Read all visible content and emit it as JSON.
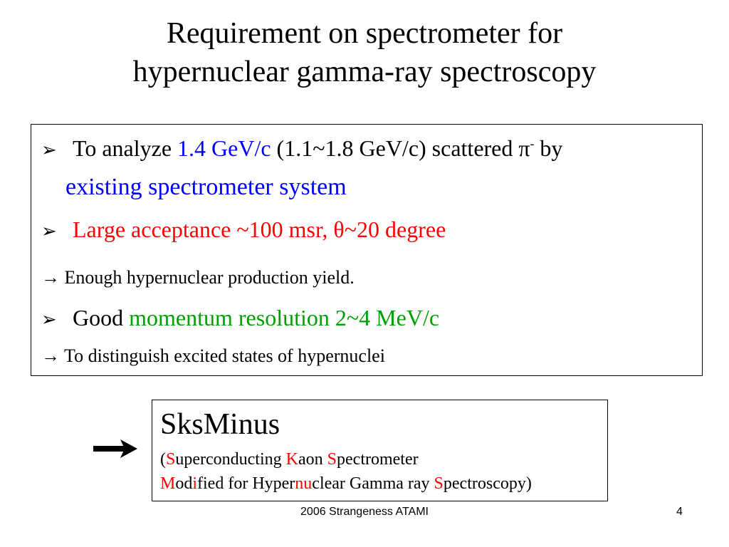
{
  "title": {
    "line1": "Requirement on spectrometer for",
    "line2": "hypernuclear gamma-ray spectroscopy"
  },
  "bullet_icon": "arrowhead-bullet",
  "bullets": {
    "b1": {
      "t1": "To analyze ",
      "t2": "1.4 GeV/c",
      "t3": " (1.1~1.8 GeV/c) scattered ",
      "pi": "π",
      "pi_sup": "-",
      "t4": " by",
      "line2": "existing spectrometer system"
    },
    "b2": {
      "text": "Large acceptance ~100 msr, θ~20 degree"
    },
    "a1": {
      "arrow": "→",
      "text": " Enough hypernuclear production yield."
    },
    "b3": {
      "t1": "Good ",
      "t2": "momentum resolution 2~4 MeV/c"
    },
    "a2": {
      "arrow": "→",
      "text": " To distinguish excited states of hypernuclei"
    }
  },
  "sks": {
    "title": "SksMinus",
    "line1": [
      {
        "t": "(",
        "c": "black"
      },
      {
        "t": "S",
        "c": "red"
      },
      {
        "t": "uperconducting ",
        "c": "black"
      },
      {
        "t": "K",
        "c": "red"
      },
      {
        "t": "aon ",
        "c": "black"
      },
      {
        "t": "S",
        "c": "red"
      },
      {
        "t": "pectrometer",
        "c": "black"
      }
    ],
    "line2": [
      {
        "t": "M",
        "c": "red"
      },
      {
        "t": "od",
        "c": "black"
      },
      {
        "t": "i",
        "c": "red"
      },
      {
        "t": "fied for Hyper",
        "c": "black"
      },
      {
        "t": "nu",
        "c": "red"
      },
      {
        "t": "clear Gamma ray ",
        "c": "black"
      },
      {
        "t": "S",
        "c": "red"
      },
      {
        "t": "pectroscopy)",
        "c": "black"
      }
    ]
  },
  "footer": {
    "center": "2006 Strangeness ATAMI",
    "page": "4"
  },
  "colors": {
    "highlight_blue": "#0000ff",
    "highlight_red": "#ff0000",
    "highlight_green": "#00a000"
  }
}
